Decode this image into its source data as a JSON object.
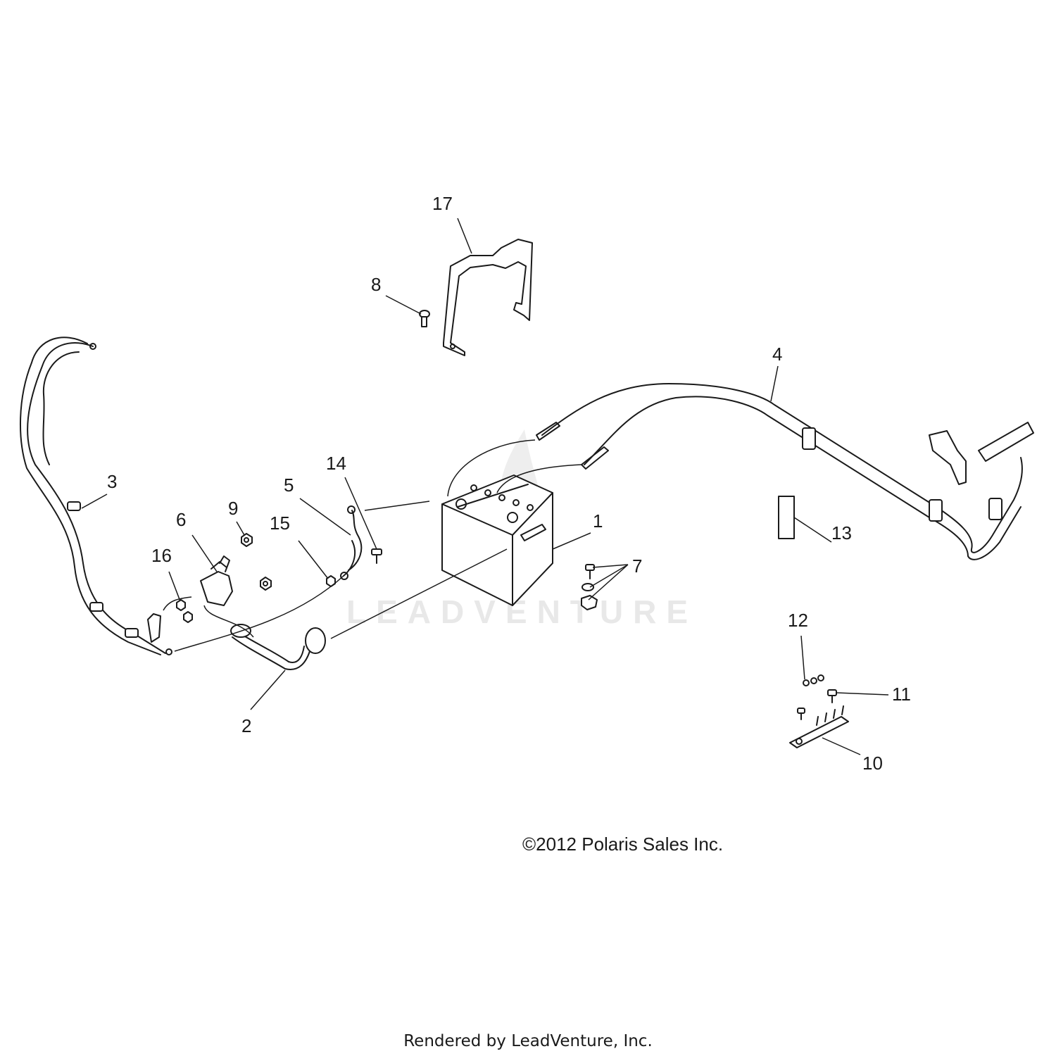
{
  "watermark": {
    "text": "LEADVENTURE"
  },
  "callouts": [
    {
      "id": "1",
      "label": "1"
    },
    {
      "id": "2",
      "label": "2"
    },
    {
      "id": "3",
      "label": "3"
    },
    {
      "id": "4",
      "label": "4"
    },
    {
      "id": "5",
      "label": "5"
    },
    {
      "id": "6",
      "label": "6"
    },
    {
      "id": "7",
      "label": "7"
    },
    {
      "id": "8",
      "label": "8"
    },
    {
      "id": "9",
      "label": "9"
    },
    {
      "id": "10",
      "label": "10"
    },
    {
      "id": "11",
      "label": "11"
    },
    {
      "id": "12",
      "label": "12"
    },
    {
      "id": "13",
      "label": "13"
    },
    {
      "id": "14",
      "label": "14"
    },
    {
      "id": "15",
      "label": "15"
    },
    {
      "id": "16",
      "label": "16"
    },
    {
      "id": "17",
      "label": "17"
    }
  ],
  "footer": {
    "copyright": "©2012 Polaris Sales Inc.",
    "rendered_by": "Rendered by LeadVenture, Inc."
  }
}
